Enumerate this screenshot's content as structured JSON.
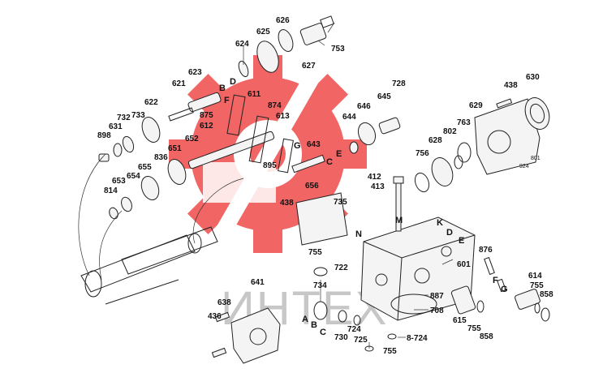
{
  "watermark": {
    "text": "ИНТЕХ",
    "gear_color": "#ee3b3b"
  },
  "part_labels": [
    "626",
    "625",
    "624",
    "753",
    "627",
    "623",
    "621",
    "622",
    "611",
    "874",
    "613",
    "875",
    "612",
    "732",
    "733",
    "631",
    "898",
    "652",
    "651",
    "836",
    "655",
    "653",
    "654",
    "814",
    "895",
    "643",
    "438",
    "656",
    "735",
    "412",
    "413",
    "755",
    "722",
    "734",
    "641",
    "638",
    "436",
    "724",
    "730",
    "725",
    "755",
    "8-724",
    "887",
    "708",
    "601",
    "615",
    "755",
    "858",
    "876",
    "614",
    "755",
    "858",
    "628",
    "756",
    "644",
    "646",
    "645",
    "728",
    "802",
    "763",
    "629",
    "438",
    "630",
    "801",
    "924"
  ],
  "letter_labels": [
    "B",
    "D",
    "F",
    "G",
    "C",
    "E",
    "K",
    "D",
    "E",
    "M",
    "N",
    "A",
    "B",
    "C",
    "F",
    "G"
  ]
}
